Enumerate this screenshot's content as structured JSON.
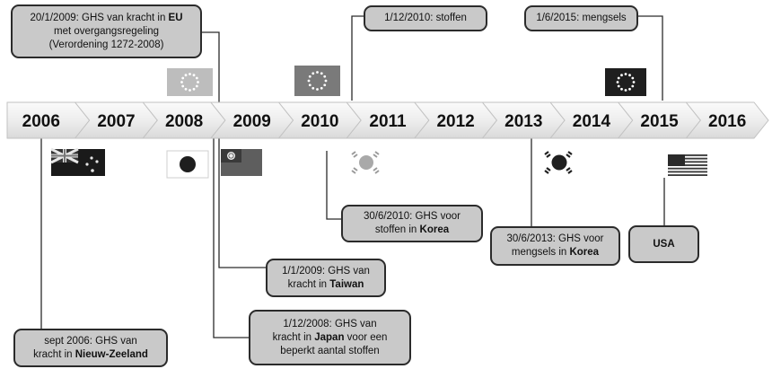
{
  "timeline": {
    "years": [
      "2006",
      "2007",
      "2008",
      "2009",
      "2010",
      "2011",
      "2012",
      "2013",
      "2014",
      "2015",
      "2016"
    ]
  },
  "events": {
    "eu_2009": {
      "line1_pre": "20/1/2009: GHS van kracht in ",
      "line1_bold": "EU",
      "line2": "met overgangsregeling",
      "line3": "(Verordening  1272-2008)"
    },
    "eu_2010": {
      "line1": "1/12/2010: stoffen"
    },
    "eu_2015": {
      "line1": "1/6/2015: mengsels"
    },
    "korea_2010": {
      "line1": "30/6/2010: GHS voor",
      "line2_pre": "stoffen in ",
      "line2_bold": "Korea"
    },
    "korea_2013": {
      "line1": "30/6/2013: GHS voor",
      "line2_pre": "mengsels in ",
      "line2_bold": "Korea"
    },
    "usa_2015": {
      "line1_bold": "USA"
    },
    "taiwan_2009": {
      "line1": "1/1/2009: GHS van",
      "line2_pre": "kracht in ",
      "line2_bold": "Taiwan"
    },
    "japan_2008": {
      "line1": "1/12/2008: GHS van",
      "line2_pre": "kracht in ",
      "line2_bold": "Japan",
      "line2_post": " voor een",
      "line3": "beperkt aantal stoffen"
    },
    "nz_2006": {
      "line1": "sept 2006: GHS van",
      "line2_pre": "kracht in ",
      "line2_bold": "Nieuw-Zeeland"
    }
  },
  "flags": [
    "eu-flag-icon",
    "new-zealand-flag-icon",
    "japan-flag-icon",
    "taiwan-flag-icon",
    "south-korea-flag-icon",
    "usa-flag-icon"
  ],
  "colors": {
    "arrow_fill": "#f3f3f3",
    "arrow_border": "#c2c2c2",
    "box_fill": "#c9c9c9",
    "box_border": "#2b2b2b"
  }
}
